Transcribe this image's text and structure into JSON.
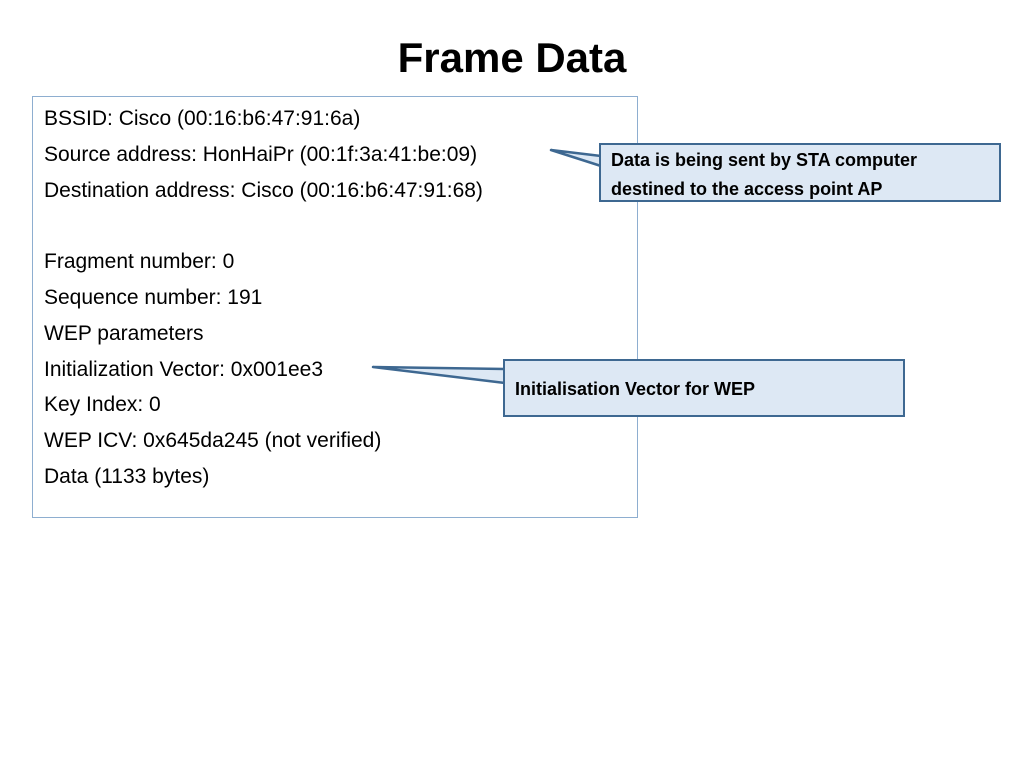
{
  "slide": {
    "title": "Frame Data"
  },
  "frame_fields": [
    "BSSID: Cisco (00:16:b6:47:91:6a)",
    "Source address: HonHaiPr (00:1f:3a:41:be:09)",
    "Destination address: Cisco (00:16:b6:47:91:68)",
    "",
    "Fragment number: 0",
    "Sequence number: 191",
    "WEP parameters",
    "Initialization Vector: 0x001ee3",
    "Key Index: 0",
    "WEP ICV: 0x645da245 (not verified)",
    "Data (1133 bytes)"
  ],
  "callouts": {
    "sta": {
      "text": "Data is being sent by STA computer destined to the access point AP"
    },
    "iv": {
      "text": "Initialisation Vector for WEP"
    }
  },
  "colors": {
    "frame_border": "#8eaed0",
    "callout_fill": "#dde8f4",
    "callout_border": "#3e6891"
  }
}
